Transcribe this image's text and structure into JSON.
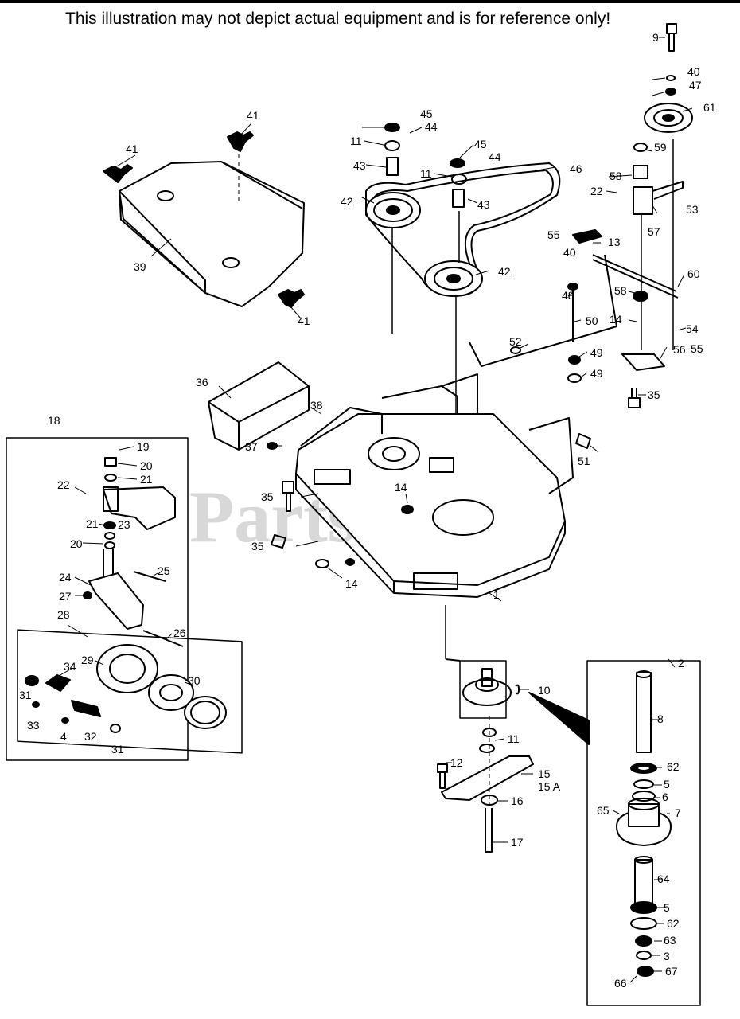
{
  "disclaimer": "This illustration may not depict actual equipment and is for reference only!",
  "watermark": "PartsTree",
  "callouts": [
    {
      "id": "c1",
      "text": "1"
    },
    {
      "id": "c2",
      "text": "2"
    },
    {
      "id": "c3",
      "text": "3"
    },
    {
      "id": "c4",
      "text": "4"
    },
    {
      "id": "c5a",
      "text": "5"
    },
    {
      "id": "c5b",
      "text": "5"
    },
    {
      "id": "c6",
      "text": "6"
    },
    {
      "id": "c7",
      "text": "7"
    },
    {
      "id": "c8",
      "text": "8"
    },
    {
      "id": "c9",
      "text": "9"
    },
    {
      "id": "c10",
      "text": "10"
    },
    {
      "id": "c11a",
      "text": "11"
    },
    {
      "id": "c11b",
      "text": "11"
    },
    {
      "id": "c11c",
      "text": "11"
    },
    {
      "id": "c12",
      "text": "12"
    },
    {
      "id": "c13",
      "text": "13"
    },
    {
      "id": "c14a",
      "text": "14"
    },
    {
      "id": "c14b",
      "text": "14"
    },
    {
      "id": "c14c",
      "text": "14"
    },
    {
      "id": "c15",
      "text": "15"
    },
    {
      "id": "c15A",
      "text": "15 A"
    },
    {
      "id": "c16",
      "text": "16"
    },
    {
      "id": "c17",
      "text": "17"
    },
    {
      "id": "c18",
      "text": "18"
    },
    {
      "id": "c19",
      "text": "19"
    },
    {
      "id": "c20a",
      "text": "20"
    },
    {
      "id": "c20b",
      "text": "20"
    },
    {
      "id": "c21a",
      "text": "21"
    },
    {
      "id": "c21b",
      "text": "21"
    },
    {
      "id": "c22a",
      "text": "22"
    },
    {
      "id": "c22b",
      "text": "22"
    },
    {
      "id": "c23",
      "text": "23"
    },
    {
      "id": "c24",
      "text": "24"
    },
    {
      "id": "c25",
      "text": "25"
    },
    {
      "id": "c26",
      "text": "26"
    },
    {
      "id": "c27",
      "text": "27"
    },
    {
      "id": "c28",
      "text": "28"
    },
    {
      "id": "c29",
      "text": "29"
    },
    {
      "id": "c30",
      "text": "30"
    },
    {
      "id": "c31a",
      "text": "31"
    },
    {
      "id": "c31b",
      "text": "31"
    },
    {
      "id": "c32",
      "text": "32"
    },
    {
      "id": "c33",
      "text": "33"
    },
    {
      "id": "c34",
      "text": "34"
    },
    {
      "id": "c35a",
      "text": "35"
    },
    {
      "id": "c35b",
      "text": "35"
    },
    {
      "id": "c35c",
      "text": "35"
    },
    {
      "id": "c36",
      "text": "36"
    },
    {
      "id": "c37",
      "text": "37"
    },
    {
      "id": "c38",
      "text": "38"
    },
    {
      "id": "c39",
      "text": "39"
    },
    {
      "id": "c40a",
      "text": "40"
    },
    {
      "id": "c40b",
      "text": "40"
    },
    {
      "id": "c41a",
      "text": "41"
    },
    {
      "id": "c41b",
      "text": "41"
    },
    {
      "id": "c41c",
      "text": "41"
    },
    {
      "id": "c42a",
      "text": "42"
    },
    {
      "id": "c42b",
      "text": "42"
    },
    {
      "id": "c43a",
      "text": "43"
    },
    {
      "id": "c43b",
      "text": "43"
    },
    {
      "id": "c44a",
      "text": "44"
    },
    {
      "id": "c44b",
      "text": "44"
    },
    {
      "id": "c45a",
      "text": "45"
    },
    {
      "id": "c45b",
      "text": "45"
    },
    {
      "id": "c46",
      "text": "46"
    },
    {
      "id": "c47",
      "text": "47"
    },
    {
      "id": "c48",
      "text": "48"
    },
    {
      "id": "c49a",
      "text": "49"
    },
    {
      "id": "c49b",
      "text": "49"
    },
    {
      "id": "c50",
      "text": "50"
    },
    {
      "id": "c51",
      "text": "51"
    },
    {
      "id": "c52",
      "text": "52"
    },
    {
      "id": "c53",
      "text": "53"
    },
    {
      "id": "c54",
      "text": "54"
    },
    {
      "id": "c55a",
      "text": "55"
    },
    {
      "id": "c55b",
      "text": "55"
    },
    {
      "id": "c56",
      "text": "56"
    },
    {
      "id": "c57",
      "text": "57"
    },
    {
      "id": "c58a",
      "text": "58"
    },
    {
      "id": "c58b",
      "text": "58"
    },
    {
      "id": "c59",
      "text": "59"
    },
    {
      "id": "c60",
      "text": "60"
    },
    {
      "id": "c61",
      "text": "61"
    },
    {
      "id": "c62a",
      "text": "62"
    },
    {
      "id": "c62b",
      "text": "62"
    },
    {
      "id": "c63",
      "text": "63"
    },
    {
      "id": "c64",
      "text": "64"
    },
    {
      "id": "c65",
      "text": "65"
    },
    {
      "id": "c66",
      "text": "66"
    },
    {
      "id": "c67",
      "text": "67"
    }
  ]
}
